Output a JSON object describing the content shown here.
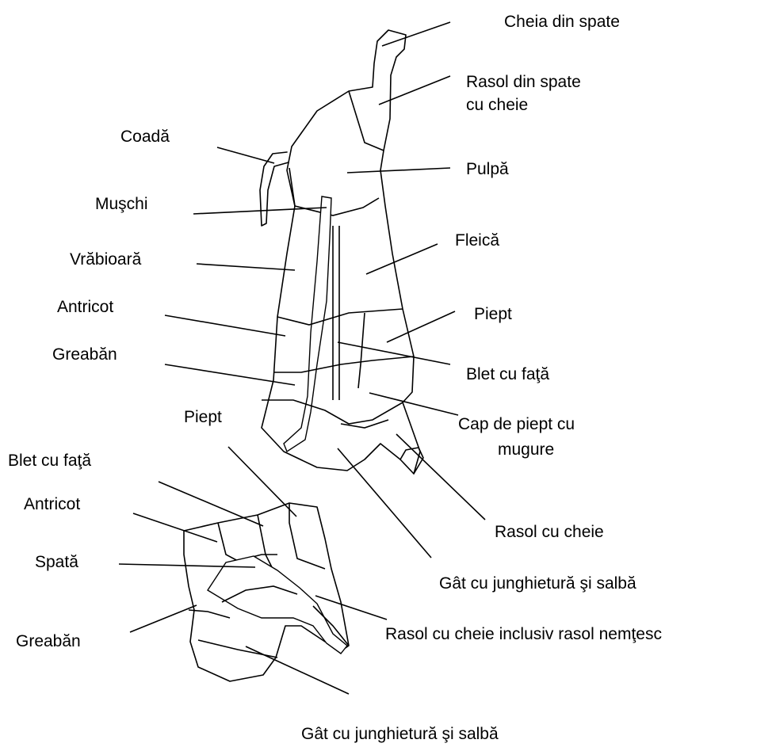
{
  "labels": {
    "cheia_din_spate": "Cheia din spate",
    "rasol_din_spate_1": "Rasol din spate",
    "rasol_din_spate_2": "cu cheie",
    "coada": "Coadă",
    "pulpa": "Pulpă",
    "muschi": "Muşchi",
    "fleica": "Fleică",
    "vrabioara": "Vrăbioară",
    "antricot_top": "Antricot",
    "piept_top": "Piept",
    "greaban_top": "Greabăn",
    "blet_top": "Blet cu faţă",
    "cap_de_piept_1": "Cap de piept cu",
    "cap_de_piept_2": "mugure",
    "piept_bottom": "Piept",
    "blet_bottom": "Blet cu faţă",
    "antricot_bottom": "Antricot",
    "rasol_cu_cheie": "Rasol cu cheie",
    "spata": "Spată",
    "gat_top": "Gât cu junghietură şi salbă",
    "greaban_bottom": "Greabăn",
    "rasol_nemtesc": "Rasol cu cheie inclusiv rasol nemţesc",
    "gat_bottom": "Gât cu junghietură şi salbă"
  }
}
